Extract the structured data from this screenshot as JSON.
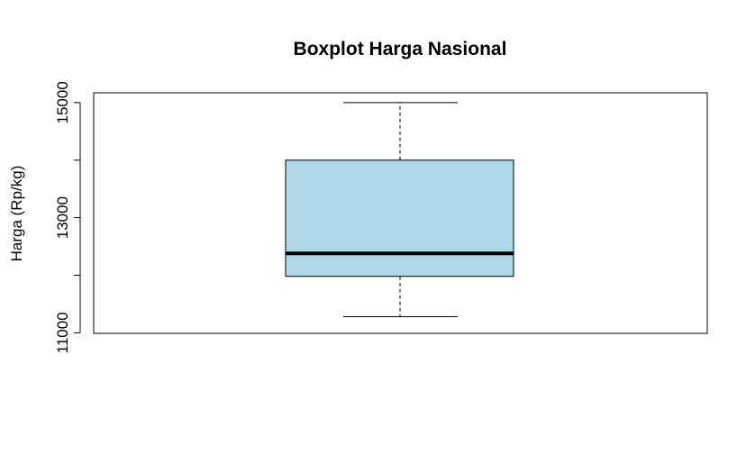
{
  "chart_data": {
    "type": "box",
    "title": "Boxplot Harga Nasional",
    "xlabel": "",
    "ylabel": "Harga (Rp/kg)",
    "ylim": [
      10990,
      15170
    ],
    "y_ticks": [
      11000,
      13000,
      15000
    ],
    "y_tick_labels": [
      "11000",
      "13000",
      "15000"
    ],
    "y_minor_ticks": [
      12000,
      14000
    ],
    "grid": false,
    "legend": "none",
    "box": {
      "whisker_low": 11280,
      "q1": 11980,
      "median": 12380,
      "q3": 14000,
      "whisker_high": 15000
    },
    "colors": {
      "box_fill": "#add8e6",
      "stroke": "#000000"
    }
  }
}
